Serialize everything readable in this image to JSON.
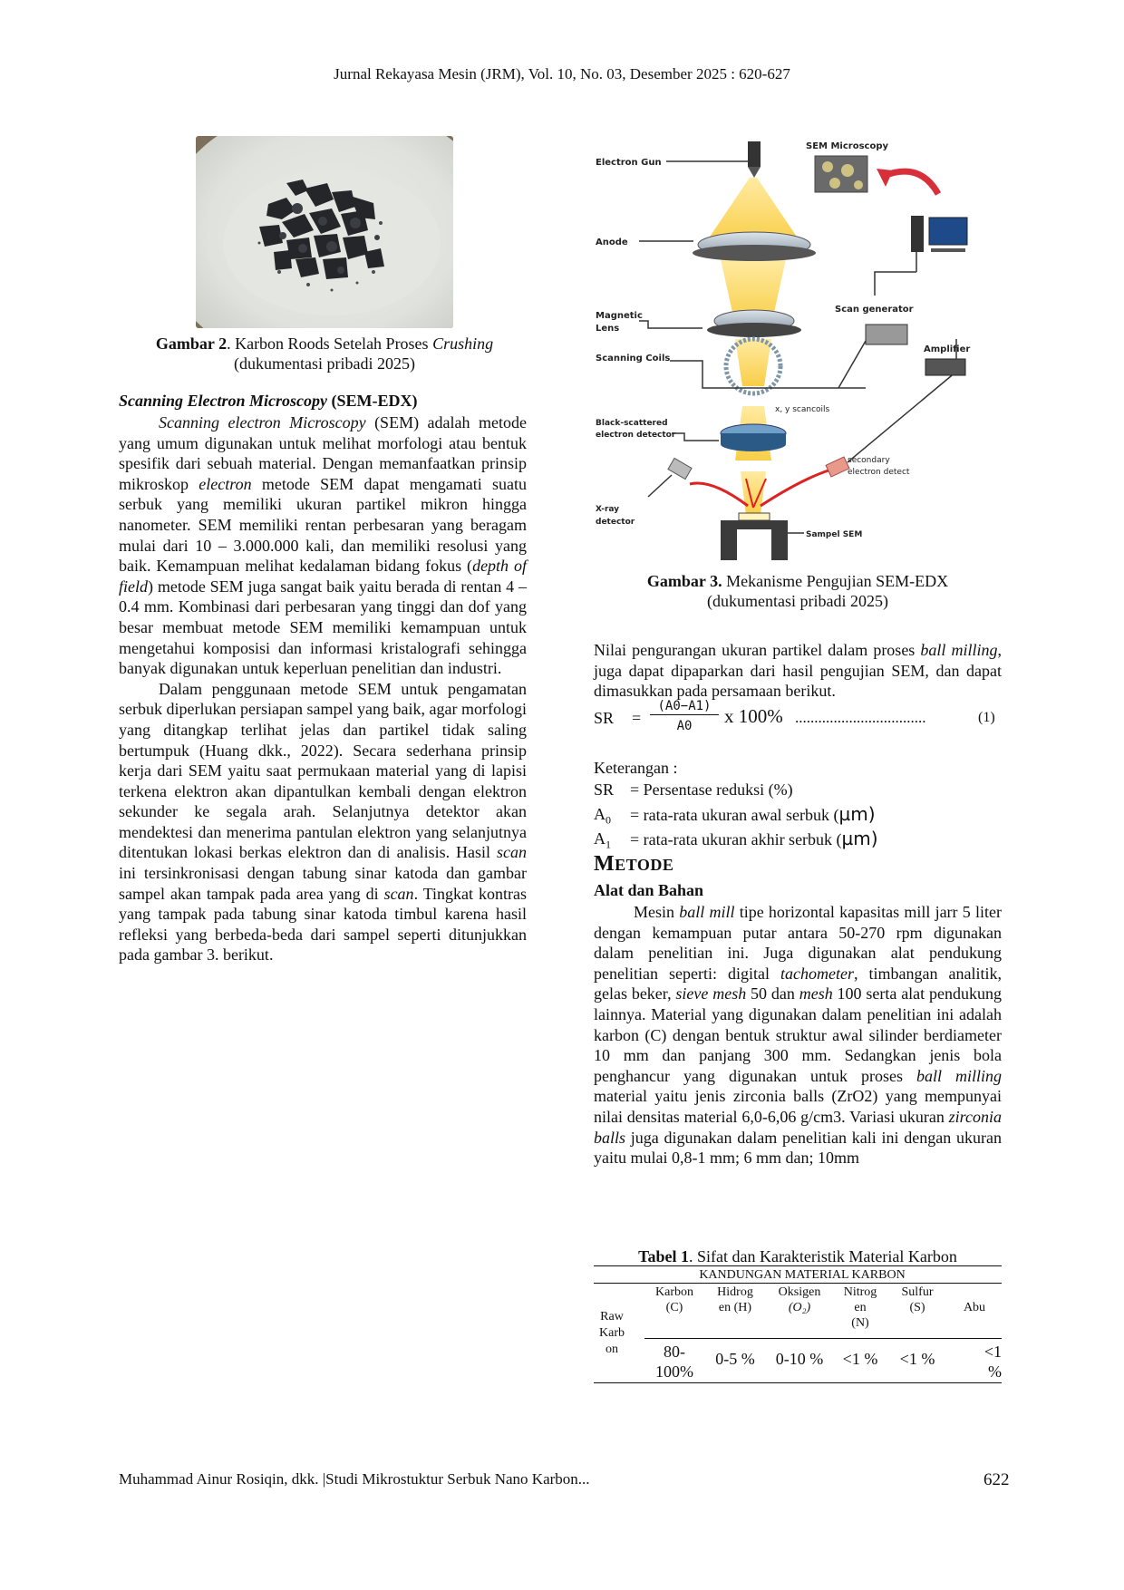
{
  "header": "Jurnal Rekayasa Mesin (JRM), Vol. 10, No. 03, Desember 2025 : 620-627",
  "fig2": {
    "label": "Gambar 2",
    "text1": ". Karbon Roods Setelah Proses ",
    "italic": "Crushing",
    "line2": "(dukumentasi pribadi 2025)"
  },
  "section_sem": {
    "title_italic": "Scanning Electron Microscopy",
    "title_rest": " (SEM-EDX)",
    "p1": {
      "a": "Scanning electron Microscopy",
      "b": " (SEM) adalah metode yang umum digunakan untuk melihat morfologi atau bentuk spesifik dari sebuah material. Dengan memanfaatkan prinsip mikroskop ",
      "c": "electron",
      "d": " metode SEM dapat mengamati suatu serbuk yang memiliki ukuran partikel mikron hingga nanometer. SEM memiliki rentan perbesaran yang beragam mulai dari 10 – 3.000.000 kali, dan memiliki resolusi yang baik. Kemampuan melihat kedalaman bidang fokus (",
      "e": "depth of field",
      "f": ") metode SEM juga sangat baik yaitu berada di rentan 4 – 0.4 mm. Kombinasi dari perbesaran yang tinggi dan dof yang besar membuat metode SEM memiliki kemampuan untuk mengetahui komposisi dan informasi kristalografi sehingga banyak digunakan untuk keperluan penelitian dan industri."
    },
    "p2": {
      "a": "Dalam penggunaan metode SEM untuk pengamatan serbuk diperlukan persiapan sampel yang baik, agar morfologi yang ditangkap terlihat jelas dan partikel tidak saling bertumpuk (Huang dkk., 2022). Secara sederhana prinsip kerja dari SEM yaitu saat permukaan material yang di lapisi terkena elektron akan dipantulkan kembali dengan elektron sekunder ke segala arah. Selanjutnya detektor akan mendektesi dan menerima pantulan elektron yang selanjutnya ditentukan lokasi berkas elektron dan di analisis. Hasil ",
      "b": "scan",
      "c": " ini tersinkronisasi dengan tabung sinar katoda dan gambar sampel akan tampak pada area yang di ",
      "d": "scan",
      "e": ". Tingkat kontras yang tampak pada tabung sinar katoda timbul karena hasil refleksi yang berbeda-beda dari sampel seperti ditunjukkan pada gambar 3. berikut."
    }
  },
  "fig3": {
    "labels": {
      "electron_gun": "Electron  Gun",
      "sem_microscopy": "SEM Microscopy",
      "anode": "Anode",
      "magnetic_lens_1": "Magnetic",
      "magnetic_lens_2": "Lens",
      "scan_generator": "Scan generator",
      "scanning_coils": "Scanning Coils",
      "amplifier": "Amplifier",
      "xy_scancoils": "x, y scancoils",
      "bse_1": "Black-scattered",
      "bse_2": "electron detector",
      "secondary_1": "secondary",
      "secondary_2": "electron detect",
      "xray_1": "X-ray",
      "xray_2": "detector",
      "sampel": "Sampel SEM"
    },
    "label": "Gambar 3.",
    "text1": " Mekanisme Pengujian SEM-EDX",
    "line2": "(dukumentasi pribadi 2025)"
  },
  "para_sr": {
    "a": "Nilai pengurangan ukuran partikel dalam proses ",
    "b": "ball milling",
    "c": ", juga dapat dipaparkan dari hasil pengujian SEM, dan dapat dimasukkan pada persamaan berikut."
  },
  "equation": {
    "lhs": "SR",
    "eq": "=",
    "numerator": "(A0−A1)",
    "denominator": "A0",
    "rhs": "x 100%",
    "dots": "..................................",
    "number": "(1)"
  },
  "keterangan": {
    "title": "Keterangan :",
    "rows": [
      {
        "sym": "SR",
        "sub": "",
        "desc": "= Persentase reduksi (%)",
        "unit": ""
      },
      {
        "sym": "A",
        "sub": "0",
        "desc": "= rata-rata ukuran awal serbuk (",
        "unit": "µm)"
      },
      {
        "sym": "A",
        "sub": "1",
        "desc": "= rata-rata ukuran akhir serbuk (",
        "unit": "µm)"
      }
    ]
  },
  "metode": {
    "first": "M",
    "rest": "ETODE"
  },
  "alat": {
    "title": "Alat dan Bahan",
    "p": {
      "a": "Mesin ",
      "b": "ball mill",
      "c": " tipe horizontal kapasitas mill jarr 5 liter dengan kemampuan putar antara 50-270 rpm digunakan dalam penelitian ini. Juga digunakan alat pendukung penelitian seperti: digital ",
      "d": "tachometer",
      "e": ", timbangan analitik, gelas beker, ",
      "f": "sieve mesh",
      "g": " 50 dan ",
      "h": "mesh",
      "i": " 100 serta alat pendukung lainnya. Material yang digunakan dalam penelitian ini adalah karbon (C) dengan bentuk struktur awal silinder berdiameter 10 mm dan panjang 300 mm. Sedangkan jenis bola penghancur yang digunakan untuk proses ",
      "j": "ball milling",
      "k": " material yaitu jenis zirconia balls (ZrO2) yang mempunyai nilai densitas material 6,0-6,06 g/cm3. Variasi ukuran ",
      "l": "zirconia balls",
      "m": " juga digunakan dalam penelitian kali ini dengan ukuran yaitu mulai 0,8-1 mm; 6 mm dan; 10mm"
    }
  },
  "table1": {
    "caption_label": "Tabel 1",
    "caption_text": ". Sifat dan Karakteristik Material Karbon",
    "group_header": "KANDUNGAN MATERIAL KARBON",
    "row_label": [
      "Raw",
      "Karb",
      "on"
    ],
    "columns": [
      {
        "l1": "Karbon",
        "l2": "(C)",
        "l3": ""
      },
      {
        "l1": "Hidrog",
        "l2": "en (H)",
        "l3": ""
      },
      {
        "l1": "Oksigen",
        "l2": "(O₂)",
        "l3": ""
      },
      {
        "l1": "Nitrog",
        "l2": "en",
        "l3": "(N)"
      },
      {
        "l1": "Sulfur",
        "l2": "(S)",
        "l3": ""
      },
      {
        "l1": "Abu",
        "l2": "",
        "l3": ""
      }
    ],
    "values": [
      {
        "l1": "80-",
        "l2": "100%"
      },
      {
        "l1": "0-5 %",
        "l2": ""
      },
      {
        "l1": "0-10 %",
        "l2": ""
      },
      {
        "l1": "<1 %",
        "l2": ""
      },
      {
        "l1": "<1 %",
        "l2": ""
      },
      {
        "l1": "<1",
        "l2": "%"
      }
    ]
  },
  "footer": {
    "left": "Muhammad Ainur Rosiqin, dkk. |Studi Mikrostuktur Serbuk Nano Karbon...",
    "page": "622"
  }
}
